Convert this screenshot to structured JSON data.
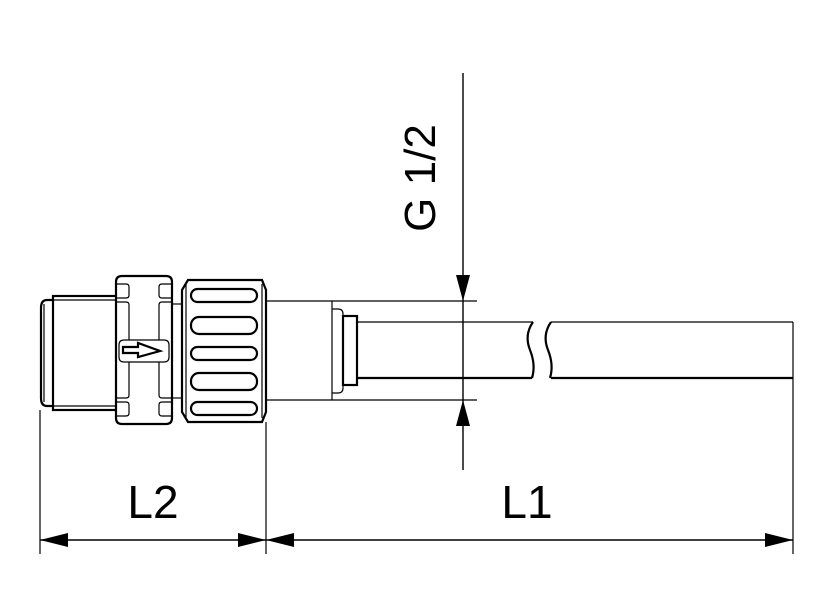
{
  "drawing": {
    "type": "technical dimension drawing",
    "subject": "threaded fitting with union nut and hose/tube",
    "stroke_color": "#000000",
    "background_color": "#ffffff"
  },
  "dimensions": {
    "thread": {
      "label": "G 1/2",
      "orientation": "vertical"
    },
    "length_fitting": {
      "label": "L2"
    },
    "length_tube": {
      "label": "L1"
    }
  },
  "symbols": {
    "flow_direction": "arrow-right",
    "break_mark": "tube-break"
  }
}
